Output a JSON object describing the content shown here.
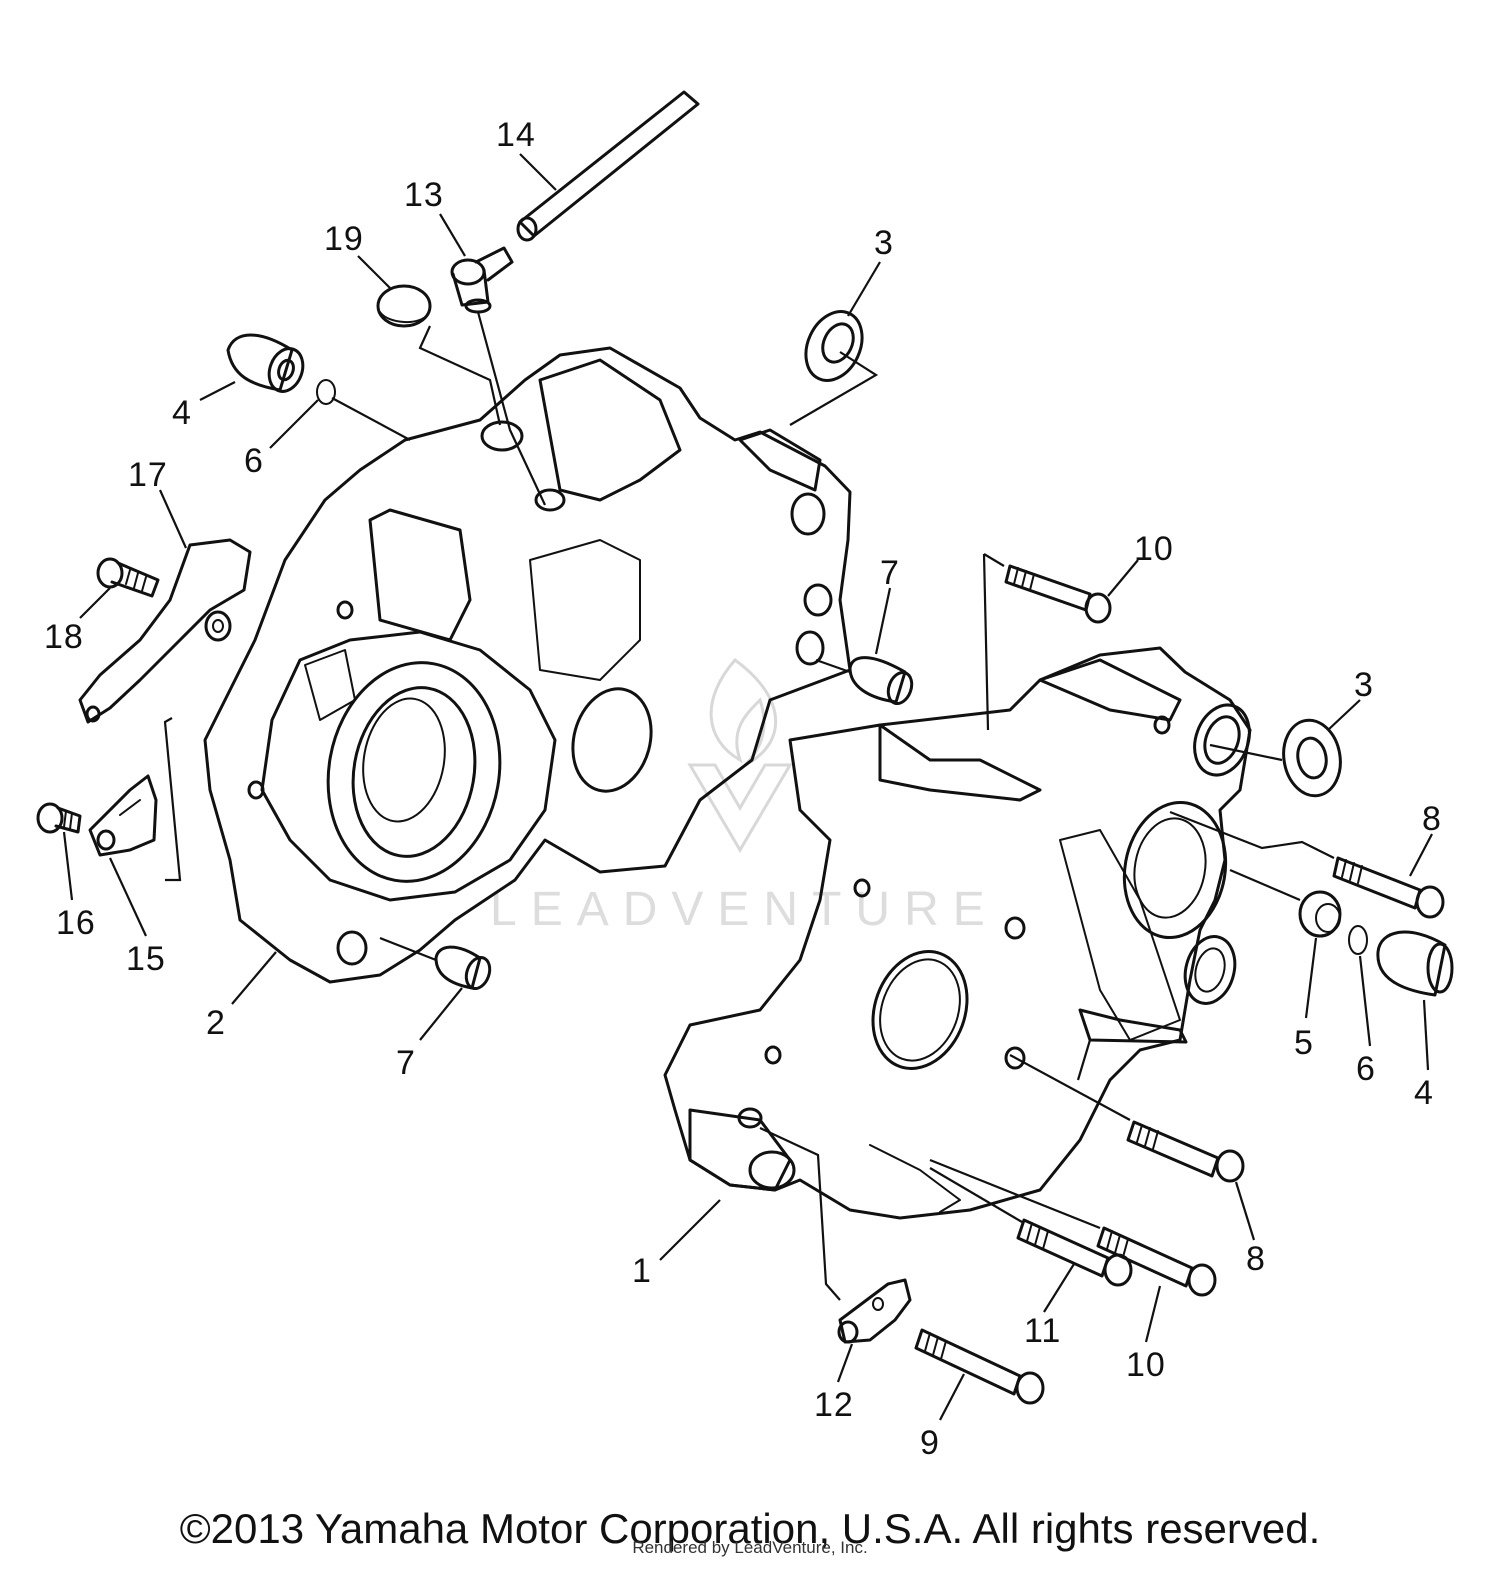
{
  "diagram": {
    "callouts": [
      {
        "id": "c14",
        "label": "14"
      },
      {
        "id": "c13",
        "label": "13"
      },
      {
        "id": "c19",
        "label": "19"
      },
      {
        "id": "c3a",
        "label": "3"
      },
      {
        "id": "c4a",
        "label": "4"
      },
      {
        "id": "c6a",
        "label": "6"
      },
      {
        "id": "c17",
        "label": "17"
      },
      {
        "id": "c18",
        "label": "18"
      },
      {
        "id": "c16",
        "label": "16"
      },
      {
        "id": "c15",
        "label": "15"
      },
      {
        "id": "c2",
        "label": "2"
      },
      {
        "id": "c7a",
        "label": "7"
      },
      {
        "id": "c7b",
        "label": "7"
      },
      {
        "id": "c10a",
        "label": "10"
      },
      {
        "id": "c3b",
        "label": "3"
      },
      {
        "id": "c8a",
        "label": "8"
      },
      {
        "id": "c5",
        "label": "5"
      },
      {
        "id": "c6b",
        "label": "6"
      },
      {
        "id": "c4b",
        "label": "4"
      },
      {
        "id": "c8b",
        "label": "8"
      },
      {
        "id": "c1",
        "label": "1"
      },
      {
        "id": "c11",
        "label": "11"
      },
      {
        "id": "c10b",
        "label": "10"
      },
      {
        "id": "c12",
        "label": "12"
      },
      {
        "id": "c9",
        "label": "9"
      }
    ],
    "watermark": "LEADVENTURE"
  },
  "footer": {
    "copyright": "©2013 Yamaha Motor Corporation, U.S.A. All rights reserved.",
    "rendered_by": "Rendered by LeadVenture, Inc."
  }
}
